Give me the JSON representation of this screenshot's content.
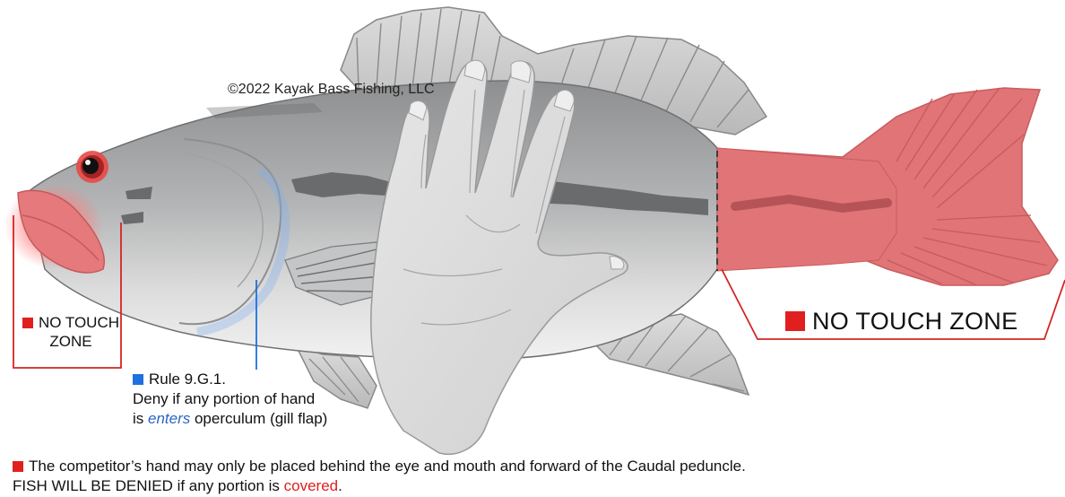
{
  "copyright": "©2022 Kayak Bass Fishing, LLC",
  "no_touch_left": {
    "line1": "NO TOUCH",
    "line2": "ZONE"
  },
  "no_touch_right": "NO TOUCH ZONE",
  "rule": {
    "title": "Rule 9.G.1.",
    "line1": "Deny if any portion of hand",
    "line2_pre": "is ",
    "line2_emph": "enters",
    "line2_post": " operculum (gill flap)"
  },
  "bottom": {
    "line1": "The competitor’s hand may only be placed behind the eye and mouth and forward of the Caudal peduncle.",
    "line2_pre": "FISH WILL BE DENIED if any portion is ",
    "line2_emph": "covered",
    "line2_post": "."
  },
  "colors": {
    "no_touch_red": "#e0201f",
    "rule_blue": "#1f6fe0",
    "tail_red": "#e07476",
    "fish_gray": "#a9aaab"
  },
  "icons": [
    "fish-illustration",
    "hand-illustration",
    "red-square-icon",
    "blue-square-icon"
  ]
}
